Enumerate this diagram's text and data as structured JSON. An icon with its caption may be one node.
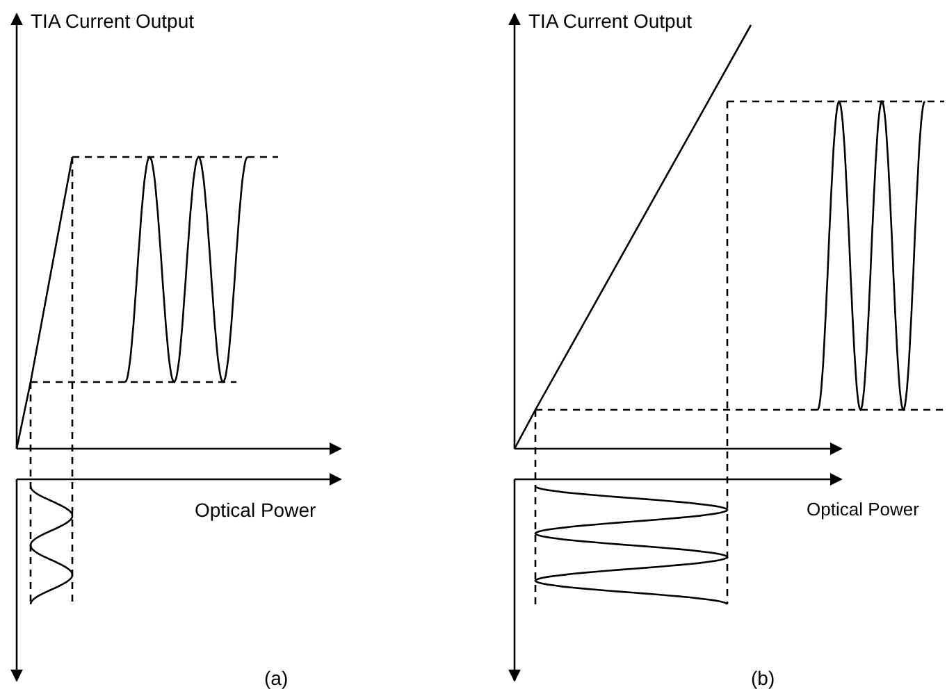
{
  "diagram": {
    "labels": [
      "TIA Current Output",
      "Optical Power",
      "(a)",
      "TIA Current Output",
      "Optical Power",
      "(b)"
    ]
  }
}
